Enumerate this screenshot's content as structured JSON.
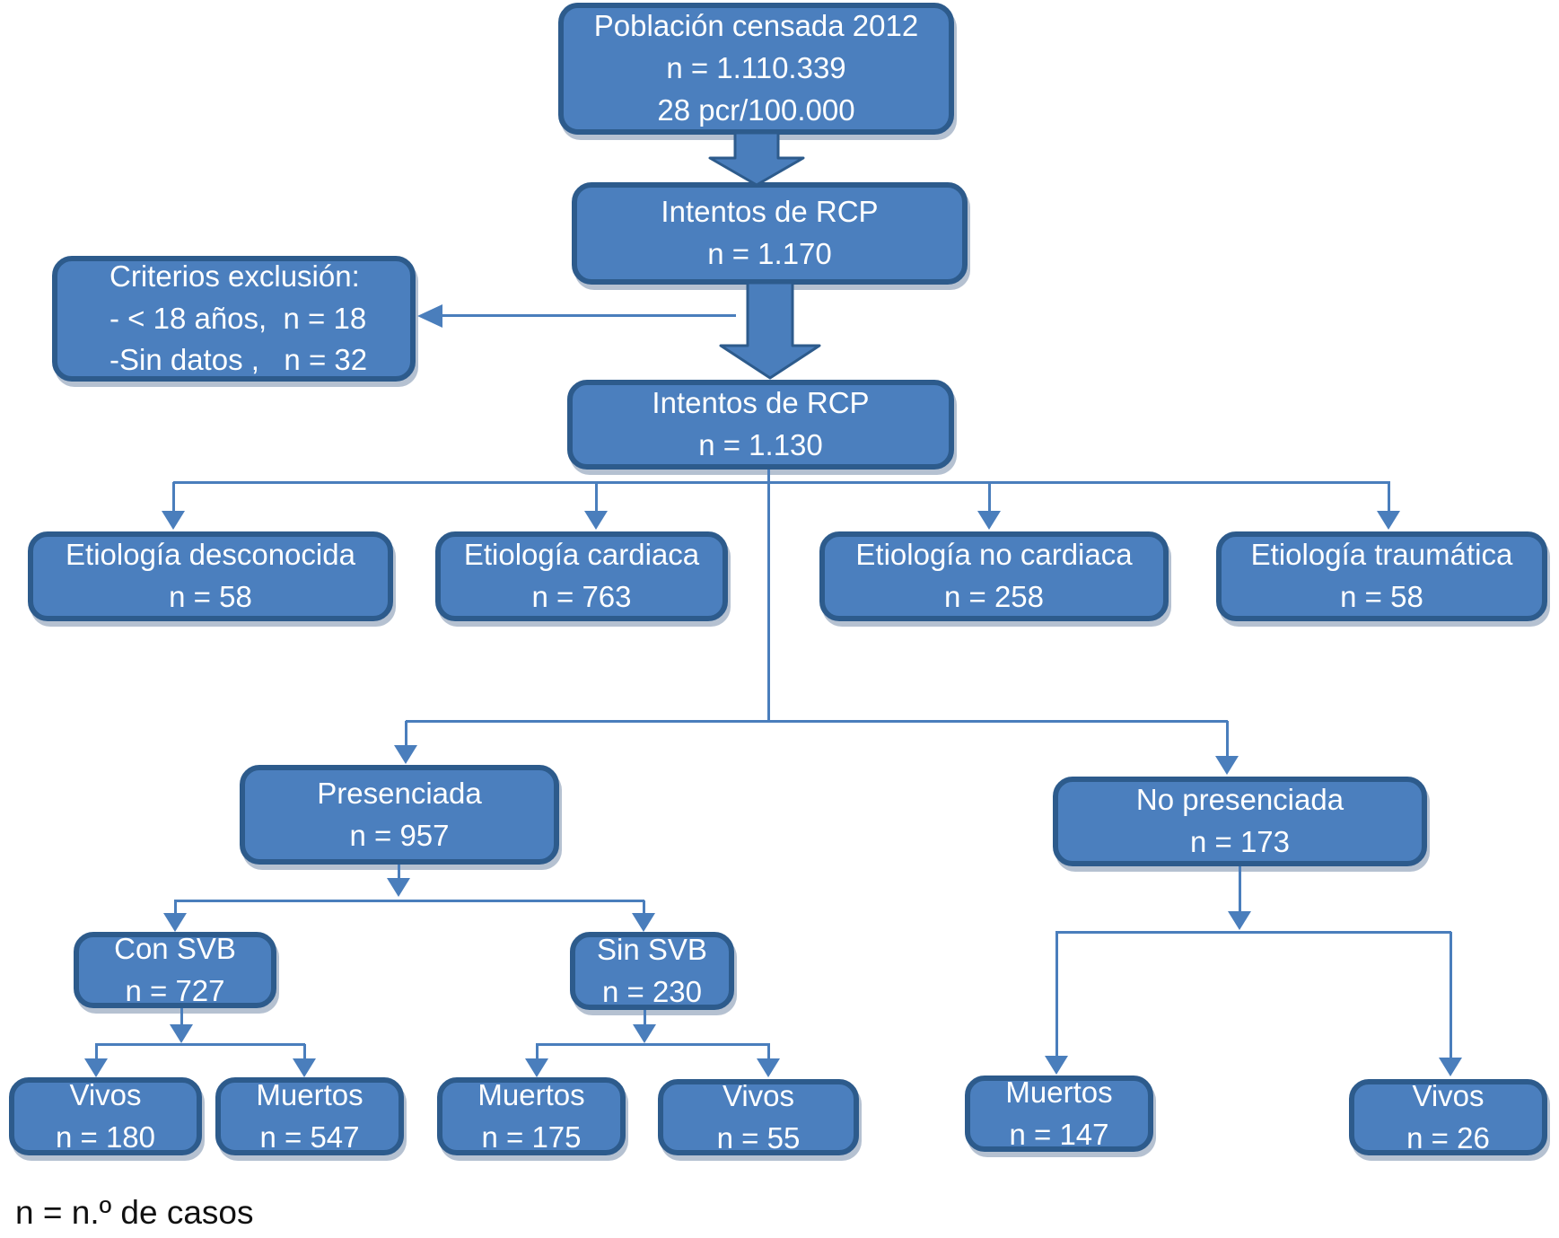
{
  "diagram": {
    "type": "flowchart",
    "language": "es",
    "footnote": "n = n.º de casos",
    "colors": {
      "box_fill": "#4b7fbe",
      "box_border": "#2d5b8c",
      "connector": "#4a7ebc",
      "box_text": "#ffffff",
      "footnote_text": "#111111",
      "background": "#ffffff"
    },
    "nodes": {
      "poblacion": {
        "line1": "Población censada 2012",
        "line2": "n = 1.110.339",
        "line3": "28 pcr/100.000"
      },
      "rcp1": {
        "line1": "Intentos de RCP",
        "line2": "n = 1.170"
      },
      "exclusion": {
        "line1": "Criterios exclusión:",
        "line2": "- < 18 años,  n = 18",
        "line3": "-Sin datos ,   n = 32"
      },
      "rcp2": {
        "line1": "Intentos de RCP",
        "line2": "n = 1.130"
      },
      "et_desconocida": {
        "line1": "Etiología desconocida",
        "line2": "n = 58"
      },
      "et_cardiaca": {
        "line1": "Etiología cardiaca",
        "line2": "n = 763"
      },
      "et_no_cardiaca": {
        "line1": "Etiología no cardiaca",
        "line2": "n = 258"
      },
      "et_traumatica": {
        "line1": "Etiología traumática",
        "line2": "n = 58"
      },
      "presenciada": {
        "line1": "Presenciada",
        "line2": "n = 957"
      },
      "no_presenciada": {
        "line1": "No presenciada",
        "line2": "n = 173"
      },
      "con_svb": {
        "line1": "Con SVB",
        "line2": "n = 727"
      },
      "sin_svb": {
        "line1": "Sin SVB",
        "line2": "n = 230"
      },
      "vivos_con": {
        "line1": "Vivos",
        "line2": "n = 180"
      },
      "muertos_con": {
        "line1": "Muertos",
        "line2": "n = 547"
      },
      "muertos_sin": {
        "line1": "Muertos",
        "line2": "n = 175"
      },
      "vivos_sin": {
        "line1": "Vivos",
        "line2": "n = 55"
      },
      "muertos_np": {
        "line1": "Muertos",
        "line2": "n = 147"
      },
      "vivos_np": {
        "line1": "Vivos",
        "line2": "n = 26"
      }
    },
    "edges": [
      {
        "from": "poblacion",
        "to": "rcp1",
        "style": "block-arrow"
      },
      {
        "from": "rcp1",
        "to": "rcp2",
        "style": "block-arrow"
      },
      {
        "from": "rcp1",
        "to": "exclusion",
        "style": "thin-arrow"
      },
      {
        "from": "rcp2",
        "to": "et_desconocida"
      },
      {
        "from": "rcp2",
        "to": "et_cardiaca"
      },
      {
        "from": "rcp2",
        "to": "et_no_cardiaca"
      },
      {
        "from": "rcp2",
        "to": "et_traumatica"
      },
      {
        "from": "rcp2",
        "to": "presenciada"
      },
      {
        "from": "rcp2",
        "to": "no_presenciada"
      },
      {
        "from": "presenciada",
        "to": "con_svb"
      },
      {
        "from": "presenciada",
        "to": "sin_svb"
      },
      {
        "from": "con_svb",
        "to": "vivos_con"
      },
      {
        "from": "con_svb",
        "to": "muertos_con"
      },
      {
        "from": "sin_svb",
        "to": "muertos_sin"
      },
      {
        "from": "sin_svb",
        "to": "vivos_sin"
      },
      {
        "from": "no_presenciada",
        "to": "muertos_np"
      },
      {
        "from": "no_presenciada",
        "to": "vivos_np"
      }
    ]
  }
}
